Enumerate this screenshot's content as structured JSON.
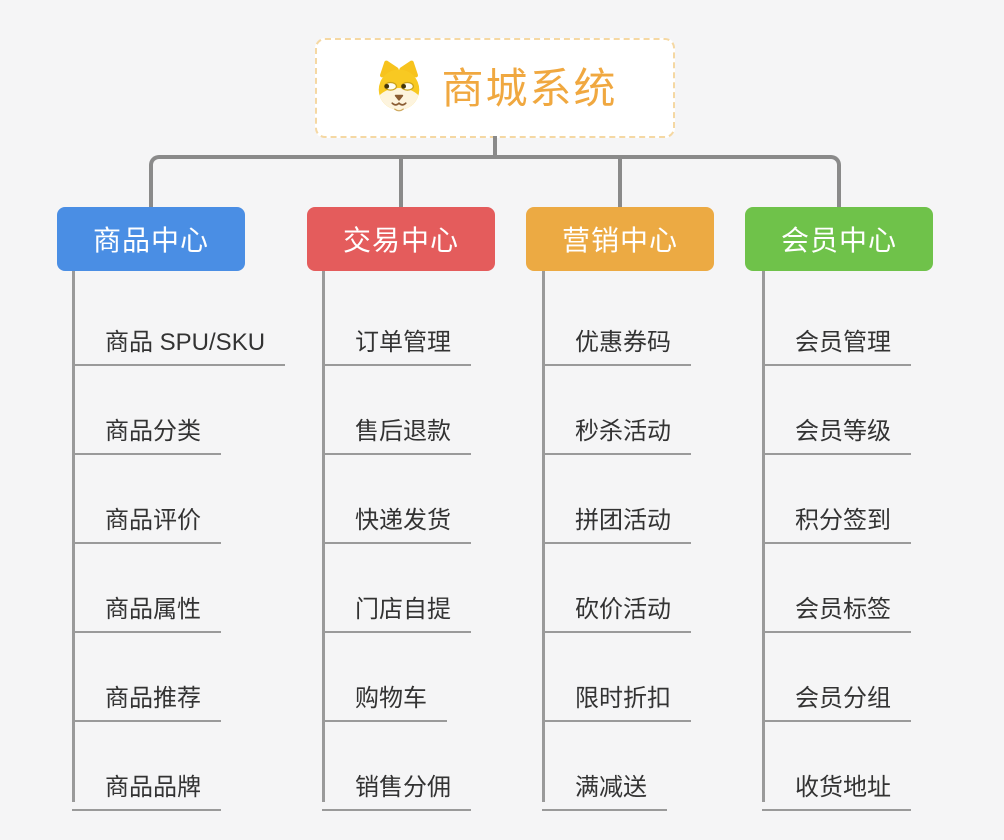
{
  "root": {
    "title": "商城系统",
    "icon": "dog-icon",
    "title_color": "#f0a840",
    "border_color": "#f5d8a3"
  },
  "connector_color": "#8a8a8a",
  "line_color": "#9a9a9a",
  "branches": [
    {
      "label": "商品中心",
      "color": "#4a8ee4",
      "items": [
        "商品 SPU/SKU",
        "商品分类",
        "商品评价",
        "商品属性",
        "商品推荐",
        "商品品牌"
      ]
    },
    {
      "label": "交易中心",
      "color": "#e45c5c",
      "items": [
        "订单管理",
        "售后退款",
        "快递发货",
        "门店自提",
        "购物车",
        "销售分佣"
      ]
    },
    {
      "label": "营销中心",
      "color": "#ecaa43",
      "items": [
        "优惠券码",
        "秒杀活动",
        "拼团活动",
        "砍价活动",
        "限时折扣",
        "满减送"
      ]
    },
    {
      "label": "会员中心",
      "color": "#6fc24a",
      "items": [
        "会员管理",
        "会员等级",
        "积分签到",
        "会员标签",
        "会员分组",
        "收货地址"
      ]
    }
  ]
}
